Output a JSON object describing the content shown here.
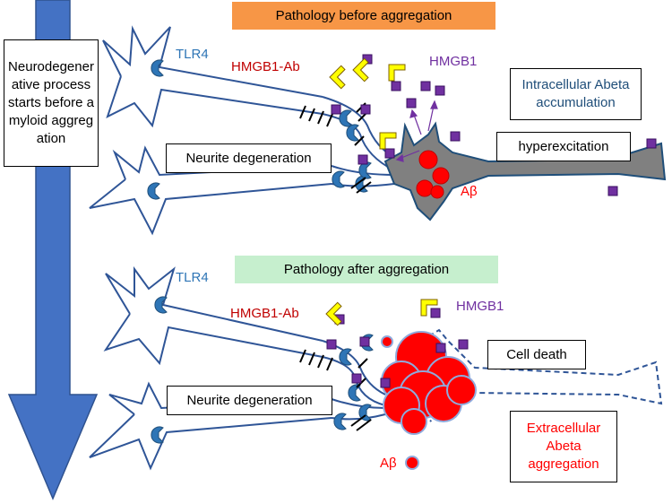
{
  "process_box": {
    "text": "Neurodegenerative process starts before amyloid aggregation"
  },
  "before": {
    "title": "Pathology before aggregation",
    "tlr4": "TLR4",
    "hmgb1_ab": "HMGB1-Ab",
    "hmgb1": "HMGB1",
    "neurite": "Neurite degeneration",
    "hyperexcitation": "hyperexcitation",
    "intracellular": "Intracellular Abeta accumulation",
    "abeta": "Aβ"
  },
  "after": {
    "title": "Pathology after aggregation",
    "tlr4": "TLR4",
    "hmgb1_ab": "HMGB1-Ab",
    "hmgb1": "HMGB1",
    "neurite": "Neurite degeneration",
    "cell_death": "Cell death",
    "extracellular": "Extracellular Abeta aggregation",
    "abeta": "Aβ"
  },
  "colors": {
    "arrow": "#4472C4",
    "neuron_outline": "#2F5597",
    "receptor": "#2E75B6",
    "hmgb1": "#7030A0",
    "antibody": "#FFFF00",
    "abeta": "#FF0000",
    "before_title_bg": "#F79646",
    "after_title_bg": "#C6EFCE",
    "tlr4_text": "#2E75B6",
    "hmgb1_ab_text": "#C00000",
    "hmgb1_text": "#7030A0",
    "info_text": "#1F4E79",
    "extracellular_text": "#FF0000"
  }
}
